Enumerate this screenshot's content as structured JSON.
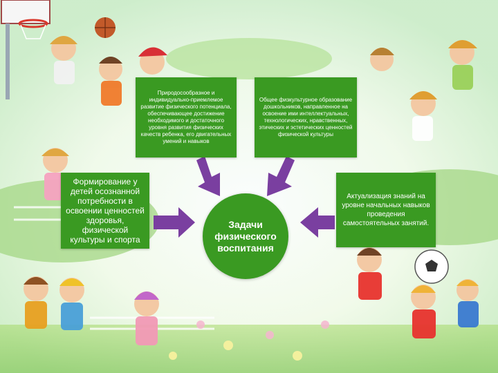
{
  "diagram": {
    "center": "Задачи физического воспитания",
    "top_left": "Природосообразное и индивидуально-приемлемое развитие физического потенциала, обеспечивающее достижение необходимого и достаточного уровня развития физических качеств ребенка, его двигательных умений и навыков",
    "top_right": "Общее физкультурное образование дошкольников, направленное на освоение ими интеллектуальных, технологических, нравственных, этических и эстетических ценностей физической культуры",
    "left": "Формирование у детей осознанной потребности в освоении ценностей здоровья, физической культуры и спорта",
    "right": "Актуализация знаний на уровне начальных навыков проведения самостоятельных занятий."
  },
  "colors": {
    "box_fill": "#3a9a22",
    "arrow": "#7a3fa0",
    "text": "#ffffff"
  },
  "illustration": {
    "theme": "cartoon children playing sports on spring lawn",
    "icons": [
      "basketball-hoop-icon",
      "basketball-icon",
      "soccer-ball-icon",
      "flower-icon"
    ]
  }
}
